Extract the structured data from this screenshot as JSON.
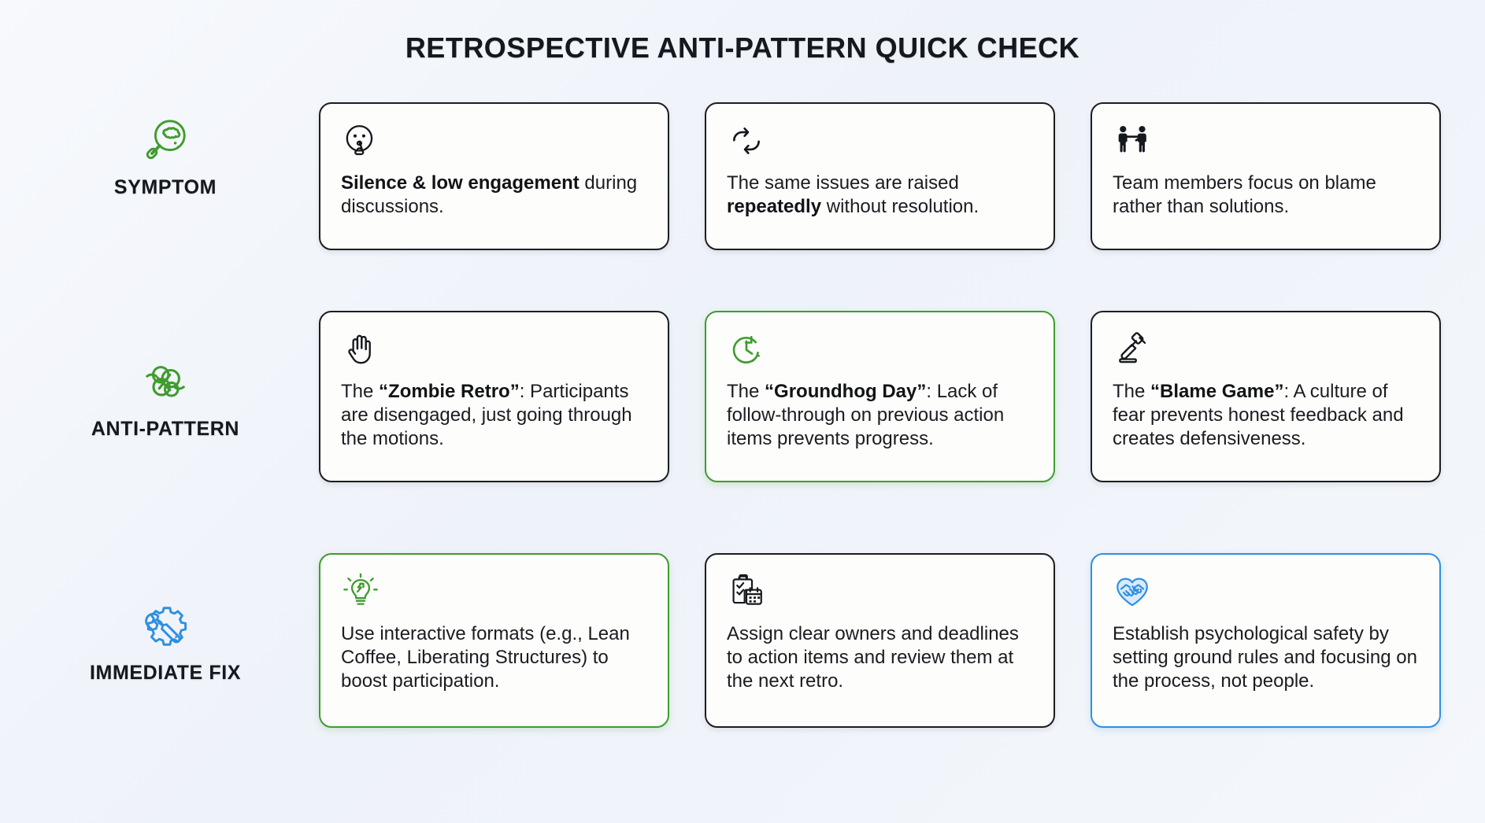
{
  "title": "RETROSPECTIVE ANTI-PATTERN QUICK CHECK",
  "colors": {
    "background": "#f2f5fa",
    "text": "#1a1c1f",
    "border_default": "#1b1d1f",
    "accent_green": "#3f9c2d",
    "accent_blue": "#2f8fe0",
    "icon_green": "#3f9c2d",
    "icon_blue": "#2f8fe0",
    "icon_dark": "#15181c"
  },
  "rows": [
    {
      "key": "symptom",
      "label": "SYMPTOM",
      "icon": "magnifier-thought-bubble-icon",
      "icon_color": "#3f9c2d",
      "cards": [
        {
          "icon": "shushing-face-icon",
          "icon_color": "#15181c",
          "border": "default",
          "text_bold": "Silence & low engagement",
          "text_rest": " during discussions.",
          "text_full": "Silence & low engagement during discussions."
        },
        {
          "icon": "repeat-loop-arrows-icon",
          "icon_color": "#15181c",
          "border": "default",
          "text_pre": "The same issues are raised ",
          "text_bold": "repeatedly",
          "text_post": " without resolution.",
          "text_full": "The same issues are raised repeatedly without resolution."
        },
        {
          "icon": "people-pointing-blame-icon",
          "icon_color": "#15181c",
          "border": "default",
          "text_full": "Team members focus on blame rather than solutions."
        }
      ]
    },
    {
      "key": "anti-pattern",
      "label": "ANTI-PATTERN",
      "icon": "tangled-knot-icon",
      "icon_color": "#3f9c2d",
      "cards": [
        {
          "icon": "zombie-hand-icon",
          "icon_color": "#15181c",
          "border": "default",
          "text_pre": "The ",
          "text_bold": "“Zombie Retro”",
          "text_post": ": Participants are disengaged, just going through the motions.",
          "text_full": "The “Zombie Retro”: Participants are disengaged, just going through the motions."
        },
        {
          "icon": "clock-arrow-icon",
          "icon_color": "#3f9c2d",
          "border": "green",
          "text_pre": "The ",
          "text_bold": "“Groundhog Day”",
          "text_post": ": Lack of follow-through on previous action items prevents progress.",
          "text_full": "The “Groundhog Day”: Lack of follow-through on previous action items prevents progress."
        },
        {
          "icon": "gavel-icon",
          "icon_color": "#15181c",
          "border": "default",
          "text_pre": "The ",
          "text_bold": "“Blame Game”",
          "text_post": ": A culture of fear prevents honest feedback and creates defensiveness.",
          "text_full": "The “Blame Game”: A culture of fear prevents honest feedback and creates defensiveness."
        }
      ]
    },
    {
      "key": "immediate-fix",
      "label": "IMMEDIATE FIX",
      "icon": "wrench-gear-icon",
      "icon_color": "#2f8fe0",
      "cards": [
        {
          "icon": "lightbulb-idea-icon",
          "icon_color": "#3f9c2d",
          "border": "green",
          "text_full": "Use interactive formats (e.g., Lean Coffee, Liberating Structures) to boost participation."
        },
        {
          "icon": "clipboard-calendar-icon",
          "icon_color": "#15181c",
          "border": "default",
          "text_full": "Assign clear owners and deadlines to action items and review them at the next retro."
        },
        {
          "icon": "handshake-heart-icon",
          "icon_color": "#2f8fe0",
          "border": "blue",
          "text_full": "Establish psychological safety by setting ground rules and focusing on the process, not people."
        }
      ]
    }
  ]
}
